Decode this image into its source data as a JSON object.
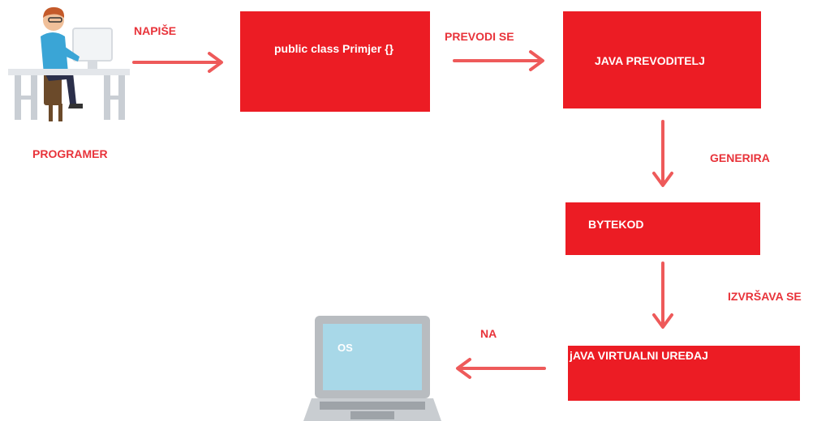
{
  "actors": {
    "programmer_label": "PROGRAMER"
  },
  "edges": {
    "writes": "NAPIŠE",
    "compiles": "PREVODI SE",
    "generates": "GENERIRA",
    "executes": "IZVRŠAVA SE",
    "on": "NA"
  },
  "nodes": {
    "source_code": "public class Primjer {}",
    "compiler": "JAVA PREVODITELJ",
    "bytecode": "BYTEKOD",
    "jvm": "jAVA VIRTUALNI UREĐAJ",
    "os": "OS"
  },
  "colors": {
    "box": "#ec1c24",
    "arrow": "#ee5a5a",
    "label": "#e8333a",
    "laptop_screen": "#a8d8e8",
    "laptop_body": "#b8bcc0"
  },
  "icons": {
    "programmer": "programmer-at-desk-icon",
    "laptop": "laptop-icon"
  }
}
